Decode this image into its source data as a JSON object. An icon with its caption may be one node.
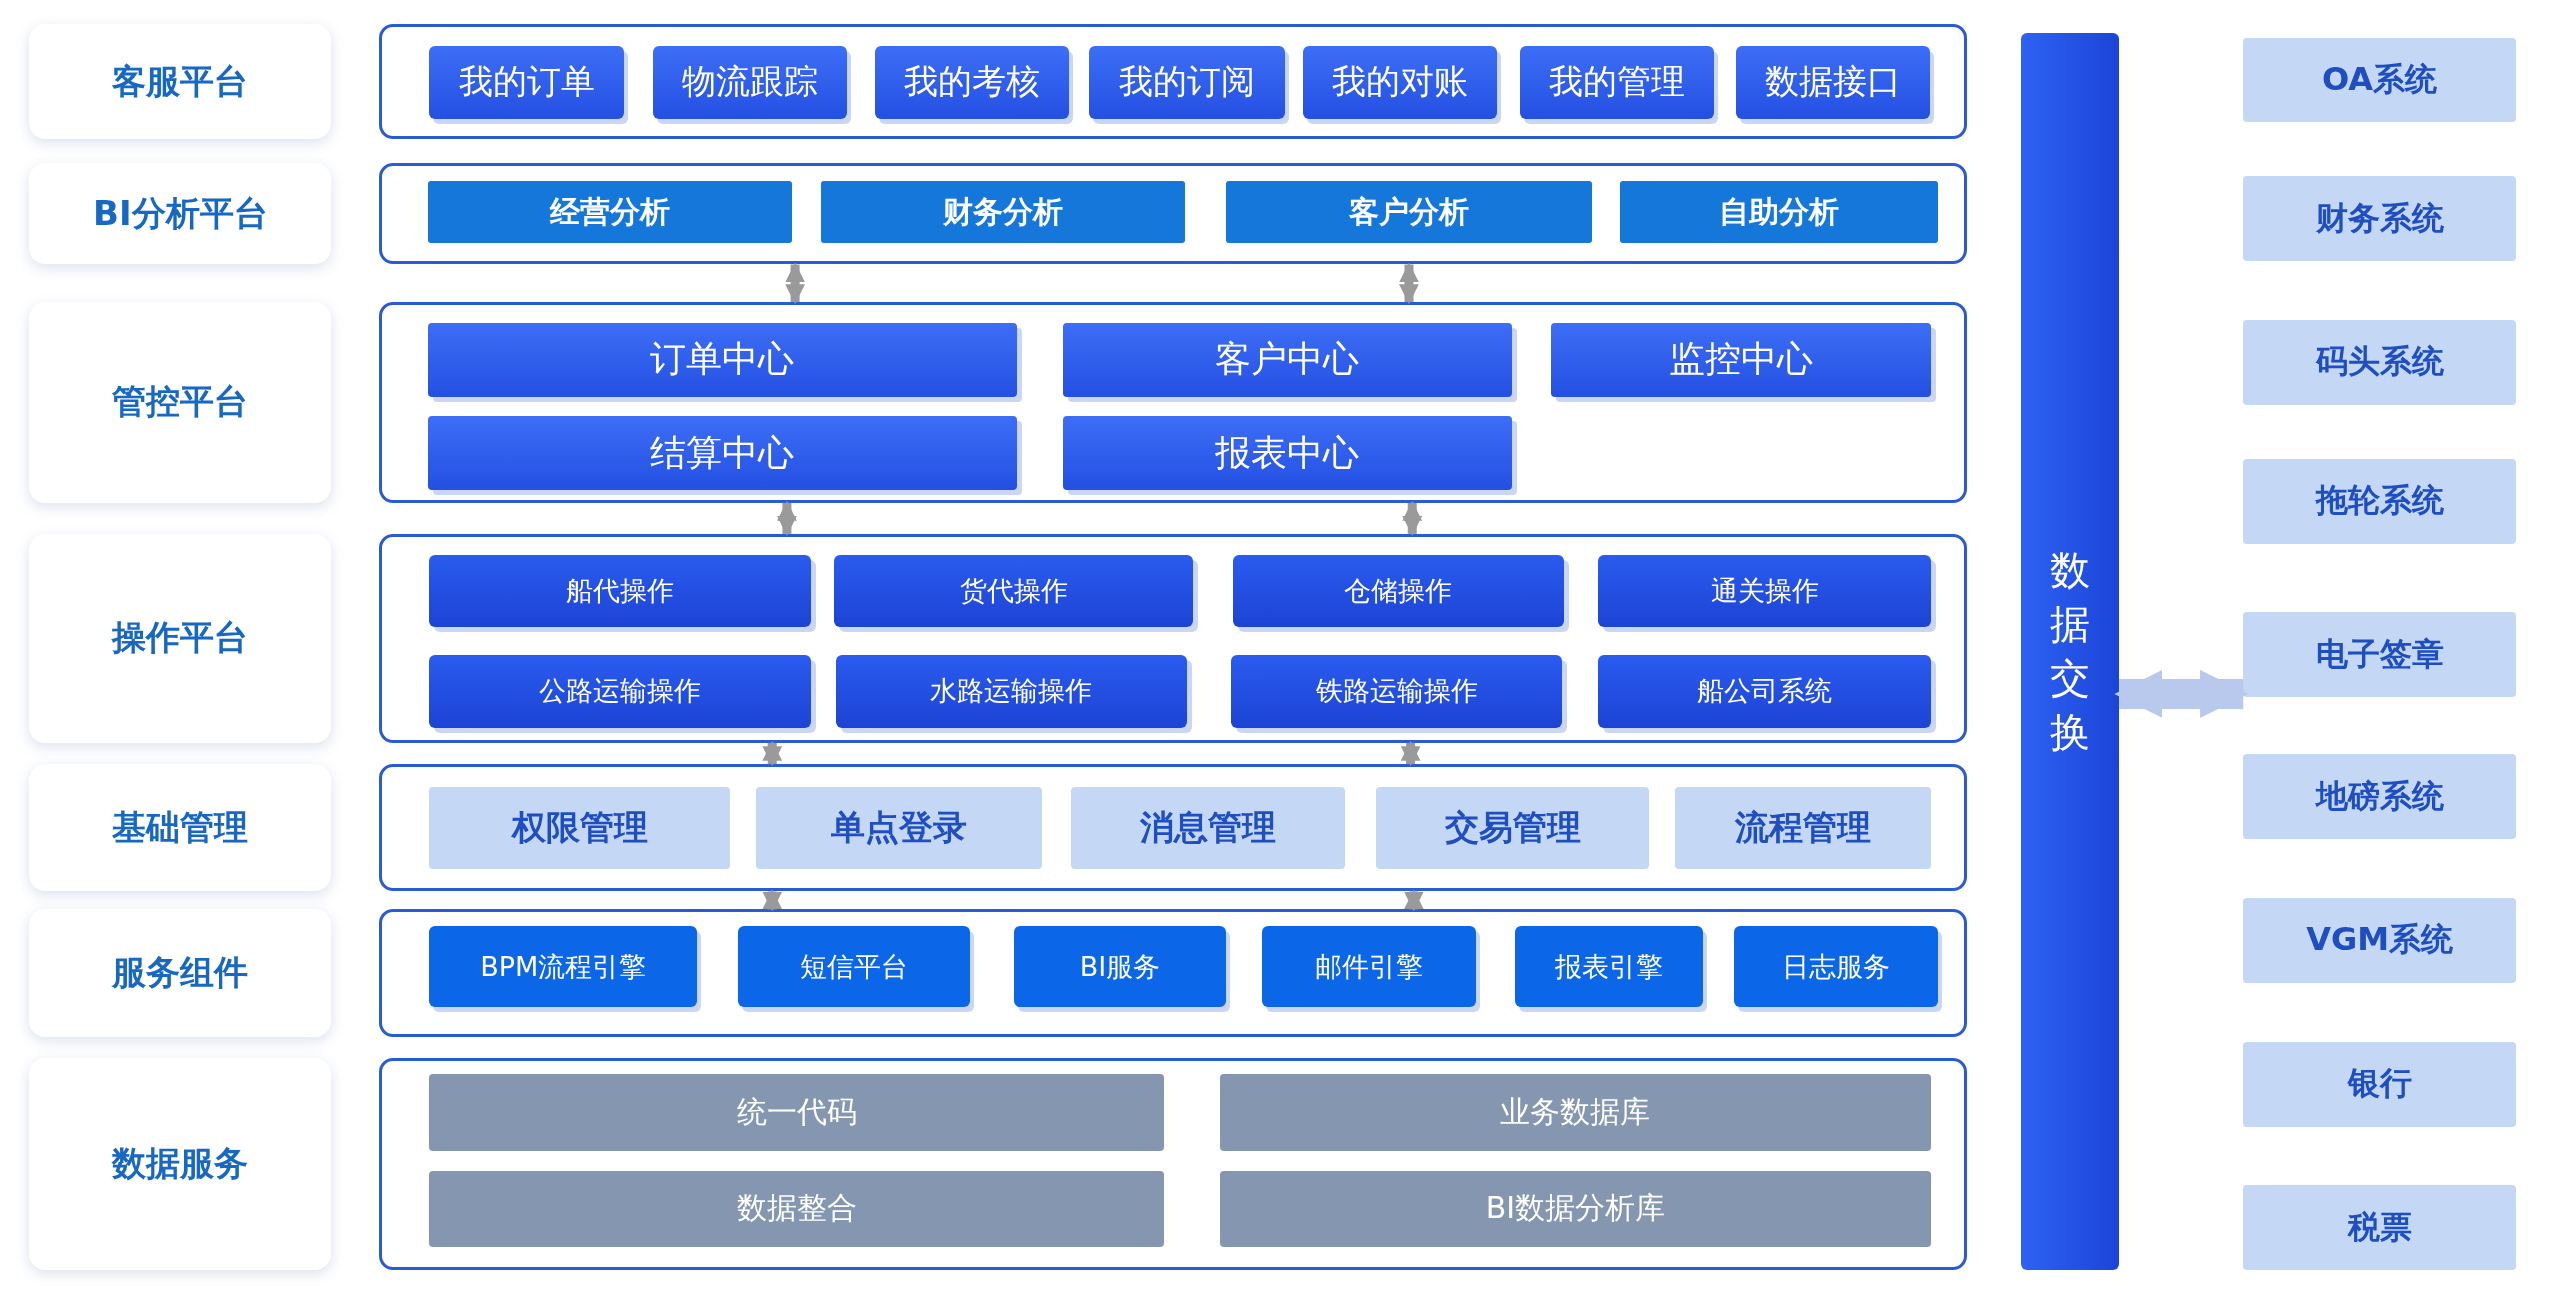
{
  "diagram": {
    "nodes": [
      {
        "text": [
          "客服平台"
        ]
      },
      {
        "text": [],
        "shape": "box"
      },
      {
        "text": [
          "我的订单"
        ],
        "in": 1
      },
      {
        "text": [
          "物流跟踪"
        ],
        "in": 1
      },
      {
        "text": [
          "我的考核"
        ],
        "in": 1
      },
      {
        "text": [
          "我的订阅"
        ],
        "in": 1
      },
      {
        "text": [
          "我的对账"
        ],
        "in": 1
      },
      {
        "text": [
          "我的管理"
        ],
        "in": 1
      },
      {
        "text": [
          "数据接口"
        ],
        "in": 1
      },
      {
        "text": [
          "BI分析平台"
        ]
      },
      {
        "text": [],
        "shape": "box"
      },
      {
        "text": [
          "经营分析"
        ],
        "in": 10
      },
      {
        "text": [
          "财务分析"
        ],
        "in": 10
      },
      {
        "text": [
          "客户分析"
        ],
        "in": 10
      },
      {
        "text": [
          "自助分析"
        ],
        "in": 10
      },
      {
        "text": [
          "管控平台"
        ]
      },
      {
        "text": [],
        "shape": "box"
      },
      {
        "text": [
          "订单中心"
        ],
        "in": 16
      },
      {
        "text": [
          "客户中心"
        ],
        "in": 16
      },
      {
        "text": [
          "监控中心"
        ],
        "in": 16
      },
      {
        "text": [
          "结算中心"
        ],
        "in": 16
      },
      {
        "text": [
          "报表中心"
        ],
        "in": 16
      },
      {
        "text": [
          "操作平台"
        ]
      },
      {
        "text": [],
        "shape": "box"
      },
      {
        "text": [
          "船代操作"
        ],
        "in": 23
      },
      {
        "text": [
          "货代操作"
        ],
        "in": 23
      },
      {
        "text": [
          "仓储操作"
        ],
        "in": 23
      },
      {
        "text": [
          "通关操作"
        ],
        "in": 23
      },
      {
        "text": [
          "公路运输操作"
        ],
        "in": 23
      },
      {
        "text": [
          "水路运输操作"
        ],
        "in": 23
      },
      {
        "text": [
          "铁路运输操作"
        ],
        "in": 23
      },
      {
        "text": [
          "船公司系统"
        ],
        "in": 23
      },
      {
        "text": [
          "基础管理"
        ]
      },
      {
        "text": [],
        "shape": "box"
      },
      {
        "text": [
          "权限管理"
        ],
        "in": 33
      },
      {
        "text": [
          "单点登录"
        ],
        "in": 33
      },
      {
        "text": [
          "消息管理"
        ],
        "in": 33
      },
      {
        "text": [
          "交易管理"
        ],
        "in": 33
      },
      {
        "text": [
          "流程管理"
        ],
        "in": 33
      },
      {
        "text": [
          "服务组件"
        ]
      },
      {
        "text": [],
        "shape": "box"
      },
      {
        "text": [
          "BPM流程引擎"
        ],
        "in": 40
      },
      {
        "text": [
          "短信平台"
        ],
        "in": 40
      },
      {
        "text": [
          "BI服务"
        ],
        "in": 40
      },
      {
        "text": [
          "邮件引擎"
        ],
        "in": 40
      },
      {
        "text": [
          "报表引擎"
        ],
        "in": 40
      },
      {
        "text": [
          "日志服务"
        ],
        "in": 40
      },
      {
        "text": [
          "数据服务"
        ]
      },
      {
        "text": [],
        "shape": "box"
      },
      {
        "text": [
          "统一代码"
        ],
        "in": 48
      },
      {
        "text": [
          "业务数据库"
        ],
        "in": 48
      },
      {
        "text": [
          "数据整合"
        ],
        "in": 48
      },
      {
        "text": [
          "BI数据分析库"
        ],
        "in": 48
      },
      {
        "text": [
          "数据交换"
        ]
      },
      {
        "text": [
          "OA系统"
        ]
      },
      {
        "text": [
          "财务系统"
        ]
      },
      {
        "text": [
          "码头系统"
        ]
      },
      {
        "text": [
          "拖轮系统"
        ]
      },
      {
        "text": [
          "电子签章"
        ]
      },
      {
        "text": [
          "地磅系统"
        ]
      },
      {
        "text": [
          "VGM系统"
        ]
      },
      {
        "text": [
          "银行"
        ]
      },
      {
        "text": [
          "税票"
        ]
      }
    ],
    "edges": [
      {
        "from": 10,
        "to": 16,
        "arrow": "both"
      },
      {
        "from": 10,
        "to": 16,
        "arrow": "both"
      },
      {
        "from": 16,
        "to": 23,
        "arrow": "both"
      },
      {
        "from": 16,
        "to": 23,
        "arrow": "both"
      },
      {
        "from": 23,
        "to": 33,
        "arrow": "both"
      },
      {
        "from": 23,
        "to": 33,
        "arrow": "both"
      },
      {
        "from": 33,
        "to": 40,
        "arrow": "both"
      },
      {
        "from": 33,
        "to": 40,
        "arrow": "both"
      },
      {
        "from": 53,
        "to": 59,
        "arrow": "both",
        "style": "thick",
        "color": "#b9c9ee"
      }
    ]
  }
}
